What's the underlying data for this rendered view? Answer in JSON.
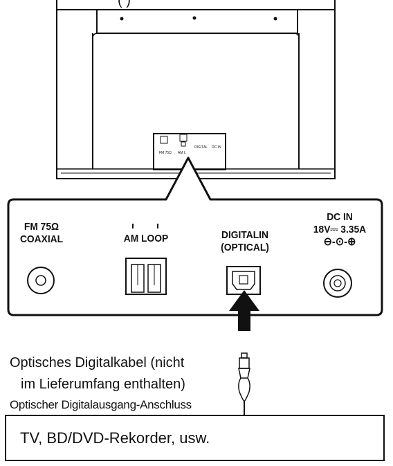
{
  "top_title_partial": "(                )",
  "ports": {
    "fm": {
      "line1": "FM 75Ω",
      "line2": "COAXIAL"
    },
    "am": {
      "label": "AM LOOP"
    },
    "digital": {
      "line1": "DIGITALIN",
      "line2": "(OPTICAL)"
    },
    "dc": {
      "line1": "DC IN",
      "line2": "18V⎓ 3.35A",
      "polarity": "⊖-⊙-⊕"
    }
  },
  "cable": {
    "line1": "Optisches Digitalkabel (nicht",
    "line2": "im Lieferumfang enthalten)",
    "output_label": "Optischer Digitalausgang-Anschluss"
  },
  "device": {
    "label": "TV, BD/DVD-Rekorder, usw."
  },
  "icons": [
    "back-panel",
    "fm-coax-jack",
    "am-loop-terminal",
    "optical-jack",
    "dc-in-jack",
    "insert-arrow",
    "optical-plug"
  ]
}
